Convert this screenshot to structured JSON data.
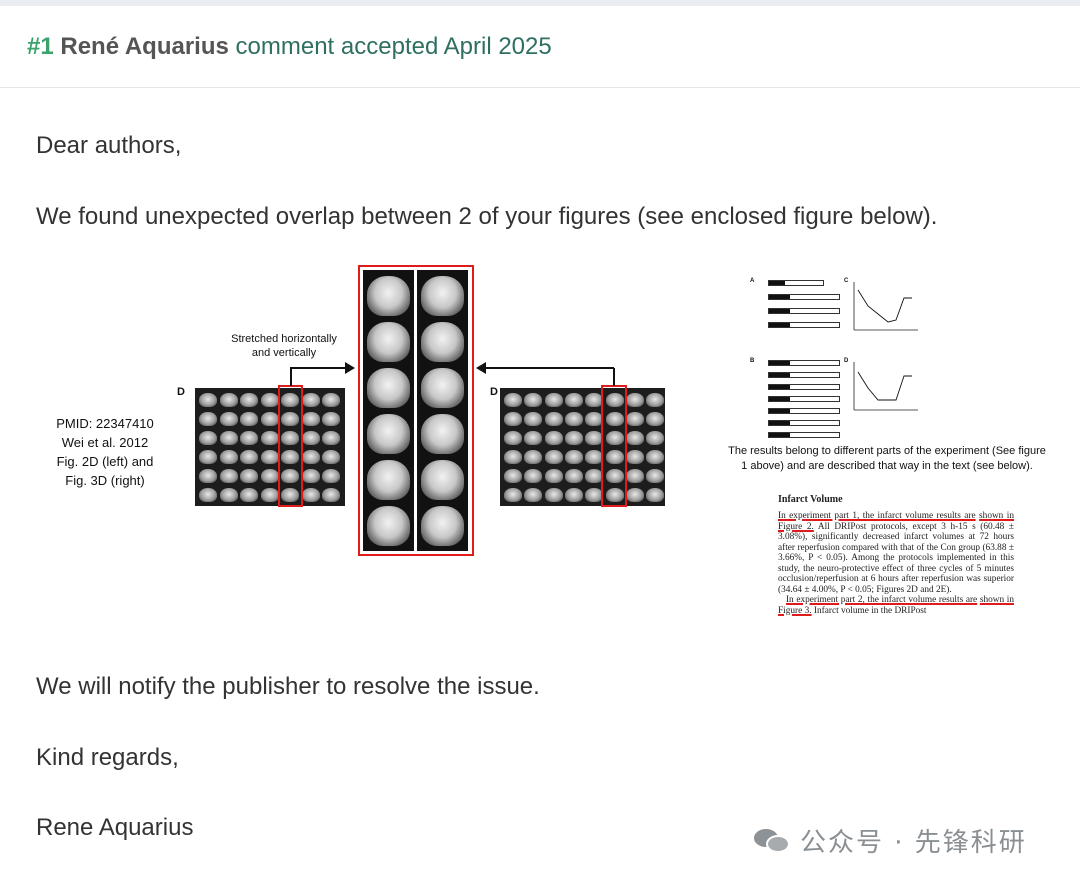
{
  "comment": {
    "number": "#1",
    "author": "René Aquarius",
    "meta": "comment accepted April 2025"
  },
  "body": {
    "greeting": "Dear authors,",
    "intro": "We found unexpected overlap between 2 of your figures (see enclosed figure below).",
    "notify": "We will notify the publisher to resolve the issue.",
    "regards": "Kind regards,",
    "signature": "Rene Aquarius"
  },
  "figure": {
    "pmid_lines": [
      "PMID: 22347410",
      "Wei et al. 2012",
      "Fig. 2D (left) and",
      "Fig. 3D (right)"
    ],
    "stretch_note_lines": [
      "Stretched horizontally",
      "and vertically"
    ],
    "panel_label": "D",
    "results_note_lines": [
      "The results belong to different parts of the experiment (See figure",
      "1 above) and are described that way in the text (see below)."
    ],
    "excerpt": {
      "heading": "Infarct Volume",
      "line1_u": "In experiment part 1, the infarct volume results are",
      "line2_u": "shown in Figure 2.",
      "line2_rest": " All DRIPost protocols, except 3 h-15 s (60.48 ± 3.08%), significantly decreased infarct volumes at 72 hours after reperfusion compared with that of the Con group (63.88 ± 3.66%, P < 0.05). Among the protocols implemented in this study, the neuro-protective effect of three cycles of 5 minutes occlusion/reperfusion at 6 hours after reperfusion was superior (34.64 ± 4.00%, P < 0.05; Figures 2D and 2E).",
      "line3_u": "In experiment part 2, the infarct volume results are",
      "line4_u": "shown in Figure 3.",
      "line4_rest": " Infarct volume in the DRIPost"
    }
  },
  "watermark": {
    "text": "公众号 · 先锋科研",
    "icon": "wechat-icon"
  }
}
